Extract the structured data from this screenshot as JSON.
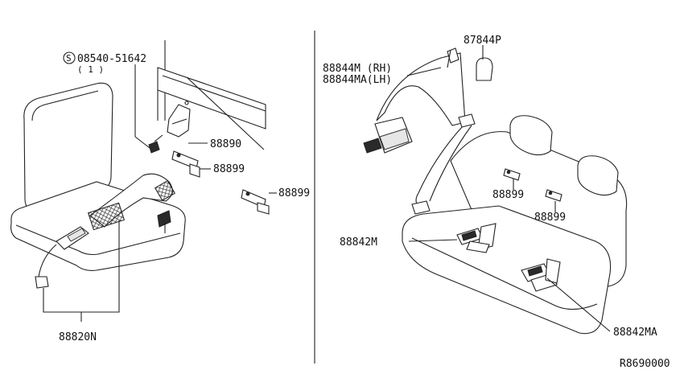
{
  "left_panel": {
    "screw_code": "08540-51642",
    "screw_qty": "( 1 )",
    "bracket_upper": "88890",
    "clip_a": "88899",
    "clip_b": "88899",
    "belt_assembly": "88820N"
  },
  "right_panel": {
    "retractor_rh": "88844M (RH)",
    "retractor_lh": "88844MA(LH)",
    "cover": "87844P",
    "clip_c": "88899",
    "clip_d": "88899",
    "buckle_left": "88842M",
    "buckle_right": "88842MA"
  },
  "reference_code": "R8690000"
}
